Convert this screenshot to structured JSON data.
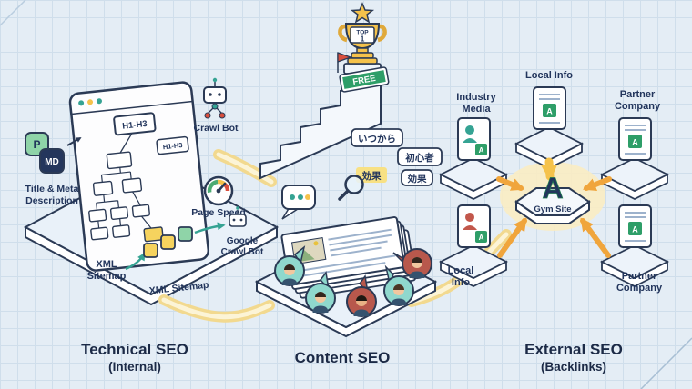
{
  "sections": {
    "technical": {
      "title": "Technical SEO",
      "subtitle": "(Internal)",
      "p_badge": "P",
      "md_badge": "MD",
      "title_meta_l1": "Title & Meta",
      "title_meta_l2": "Description",
      "h_callout_large": "H1-H3",
      "h_callout_small": "H1-H3",
      "crawl_bot_label": "Crawl Bot",
      "page_speed_label": "Page Speed",
      "xml_sitemap_l1": "XML",
      "xml_sitemap_l2": "Sitemap",
      "xml_sitemap_2": "XML Sitemap",
      "google_bot_l1": "Google",
      "google_bot_l2": "Crawl Bot"
    },
    "content": {
      "title": "Content SEO",
      "trophy_label_top": "TOP",
      "trophy_label_rank": "1",
      "free_banner": "FREE",
      "keyword_bubble_1": "いつから",
      "keyword_bubble_2": "初心者",
      "keyword_bubble_3": "効果",
      "keyword_bubble_4": "効果"
    },
    "external": {
      "title": "External SEO",
      "subtitle": "(Backlinks)",
      "industry_media_l1": "Industry",
      "industry_media_l2": "Media",
      "local_info_top": "Local Info",
      "partner_top_l1": "Partner",
      "partner_top_l2": "Company",
      "gym_site_label": "Gym Site",
      "site_logo_letter": "A",
      "local_info_bottom_l1": "Local",
      "local_info_bottom_l2": "Info",
      "partner_bottom_l1": "Partner",
      "partner_bottom_l2": "Company"
    }
  },
  "colors": {
    "navy": "#2b3a55",
    "green": "#2e9e68",
    "gold": "#f5c24b",
    "orange_arrow": "#f0a53c",
    "teal": "#35a393",
    "platform_fill": "#e9f1f9",
    "background": "#e4edf5"
  }
}
